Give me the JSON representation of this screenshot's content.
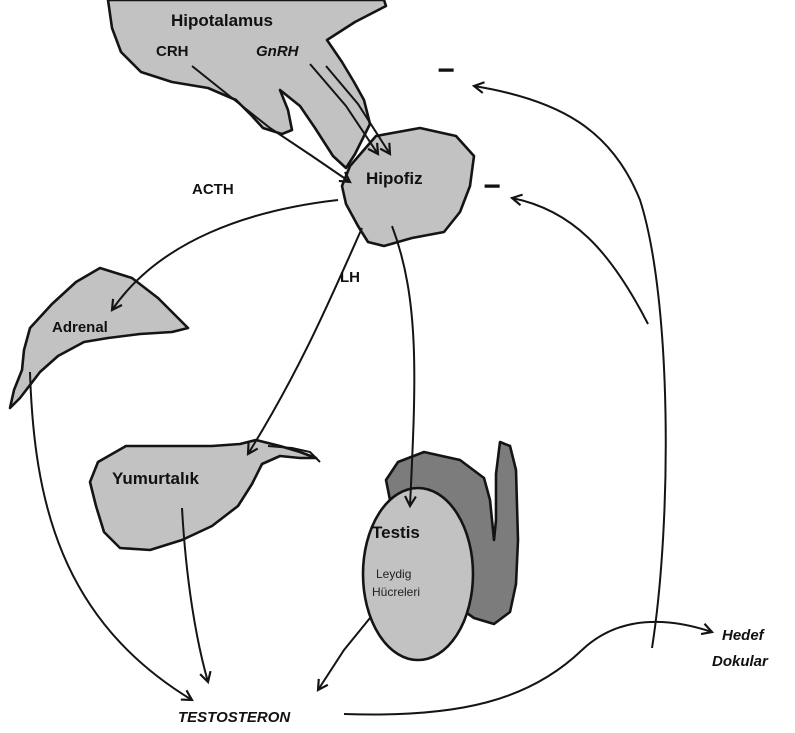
{
  "labels": {
    "hypothalamus": "Hipotalamus",
    "crh": "CRH",
    "gnrh": "GnRH",
    "pituitary": "Hipofiz",
    "acth": "ACTH",
    "lh": "LH",
    "adrenal": "Adrenal",
    "ovary": "Yumurtalık",
    "testis": "Testis",
    "leydig_line1": "Leydig",
    "leydig_line2": "Hücreleri",
    "testosterone": "TESTOSTERON",
    "target_line1": "Hedef",
    "target_line2": "Dokular"
  },
  "feedback": {
    "hypothalamus_sign": "−",
    "pituitary_sign": "−"
  },
  "colors": {
    "organ_fill": "#c2c2c2",
    "testis_dark": "#7c7c7c",
    "outline": "#141414",
    "background": "#ffffff"
  }
}
